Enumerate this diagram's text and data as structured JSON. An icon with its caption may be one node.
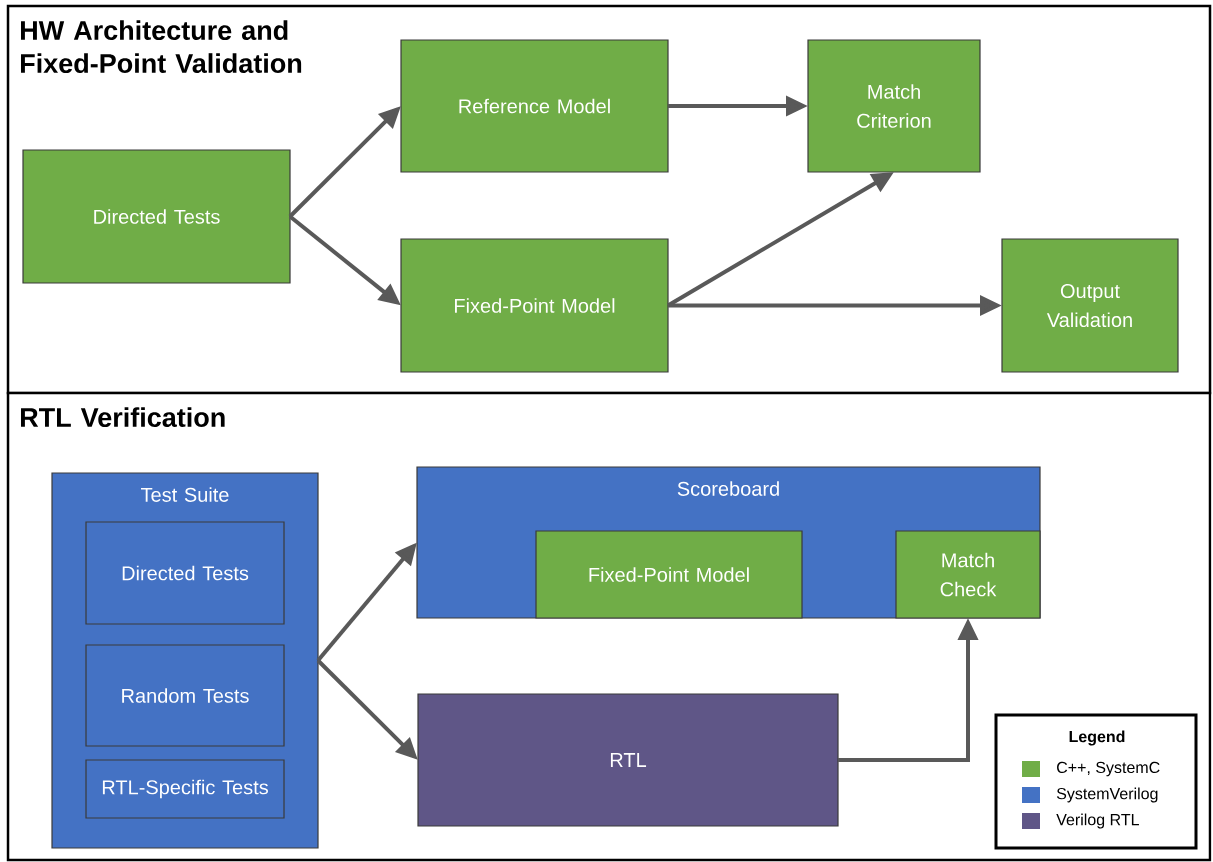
{
  "diagram": {
    "nodes": [
      {
        "text": [
          "HW Architecture and Fixed-Point Validation"
        ]
      },
      {
        "text": [
          "Directed Tests"
        ],
        "in": 0
      },
      {
        "text": [
          "Reference Model"
        ],
        "in": 0
      },
      {
        "text": [
          "Match Criterion"
        ],
        "in": 0
      },
      {
        "text": [
          "Fixed-Point Model"
        ],
        "in": 0
      },
      {
        "text": [
          "Output Validation"
        ],
        "in": 0
      },
      {
        "text": [
          "RTL Verification"
        ]
      },
      {
        "text": [
          "Test Suite"
        ],
        "in": 6
      },
      {
        "text": [
          "Directed Tests"
        ],
        "in": 7
      },
      {
        "text": [
          "Random Tests"
        ],
        "in": 7
      },
      {
        "text": [
          "RTL-Specific Tests"
        ],
        "in": 7
      },
      {
        "text": [
          "Scoreboard"
        ],
        "in": 6
      },
      {
        "text": [
          "Fixed-Point Model"
        ],
        "in": 11
      },
      {
        "text": [
          "Match Check"
        ],
        "in": 11
      },
      {
        "text": [
          "RTL"
        ],
        "in": 6
      }
    ],
    "edges": [
      {
        "from": 1,
        "to": 2,
        "arrow": "to"
      },
      {
        "from": 1,
        "to": 4,
        "arrow": "to"
      },
      {
        "from": 2,
        "to": 3,
        "arrow": "to"
      },
      {
        "from": 4,
        "to": 3,
        "arrow": "to"
      },
      {
        "from": 4,
        "to": 5,
        "arrow": "to"
      },
      {
        "from": 7,
        "to": 11,
        "arrow": "to"
      },
      {
        "from": 7,
        "to": 14,
        "arrow": "to"
      },
      {
        "from": 14,
        "to": 13,
        "arrow": "to"
      }
    ],
    "labels": [
      "Legend"
    ],
    "legend": [
      {
        "text": "C++, SystemC",
        "color": "#70ad47"
      },
      {
        "text": "SystemVerilog",
        "color": "#4472c4"
      },
      {
        "text": "Verilog RTL",
        "color": "#5f5687"
      }
    ]
  }
}
